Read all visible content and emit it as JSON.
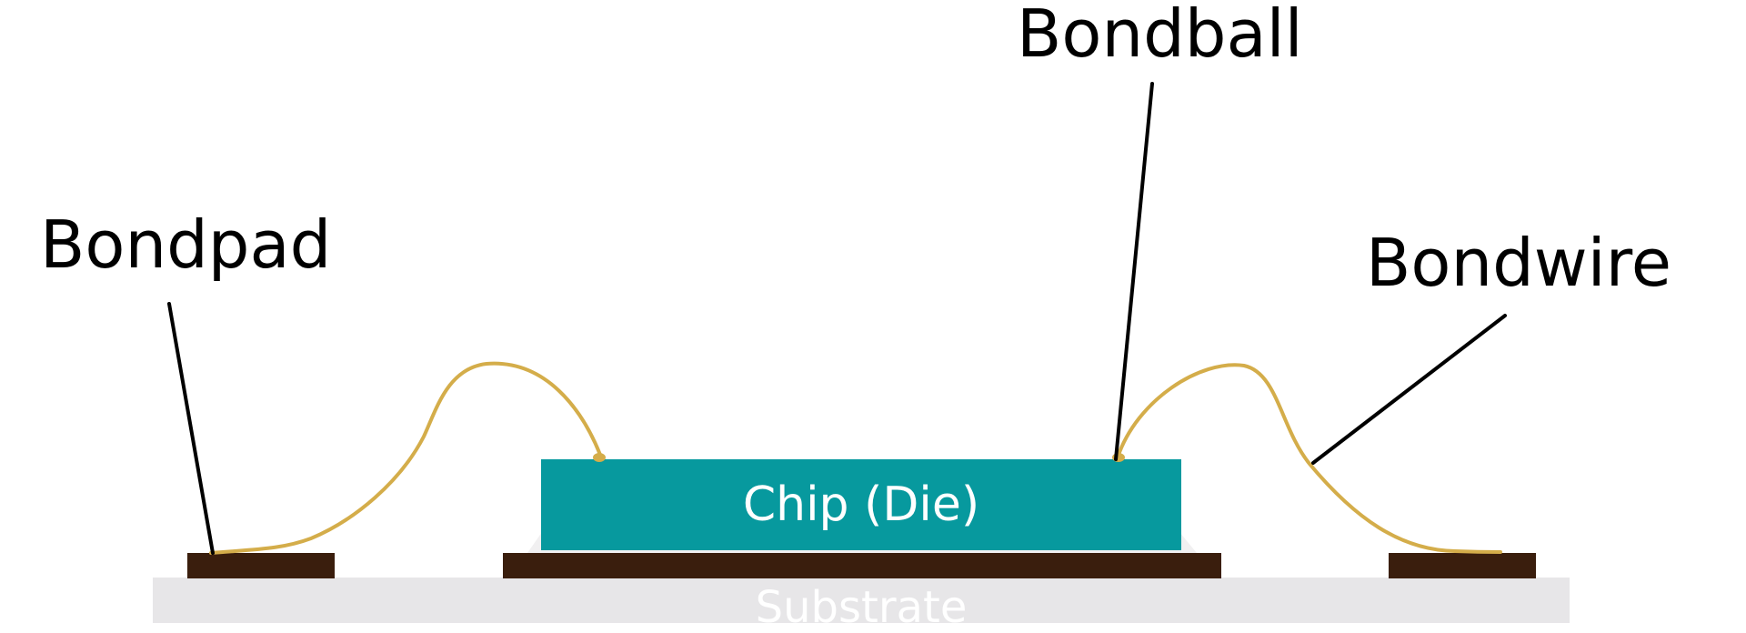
{
  "labels": {
    "bondpad": "Bondpad",
    "bondball": "Bondball",
    "bondwire": "Bondwire",
    "chip": "Chip (Die)",
    "substrate": "Substrate"
  },
  "colors": {
    "chip": "#07999e",
    "pad": "#3a1e0d",
    "substrate": "#e7e6e8",
    "wire": "#d4ad4a",
    "leader": "#000000",
    "text": "#000000"
  }
}
